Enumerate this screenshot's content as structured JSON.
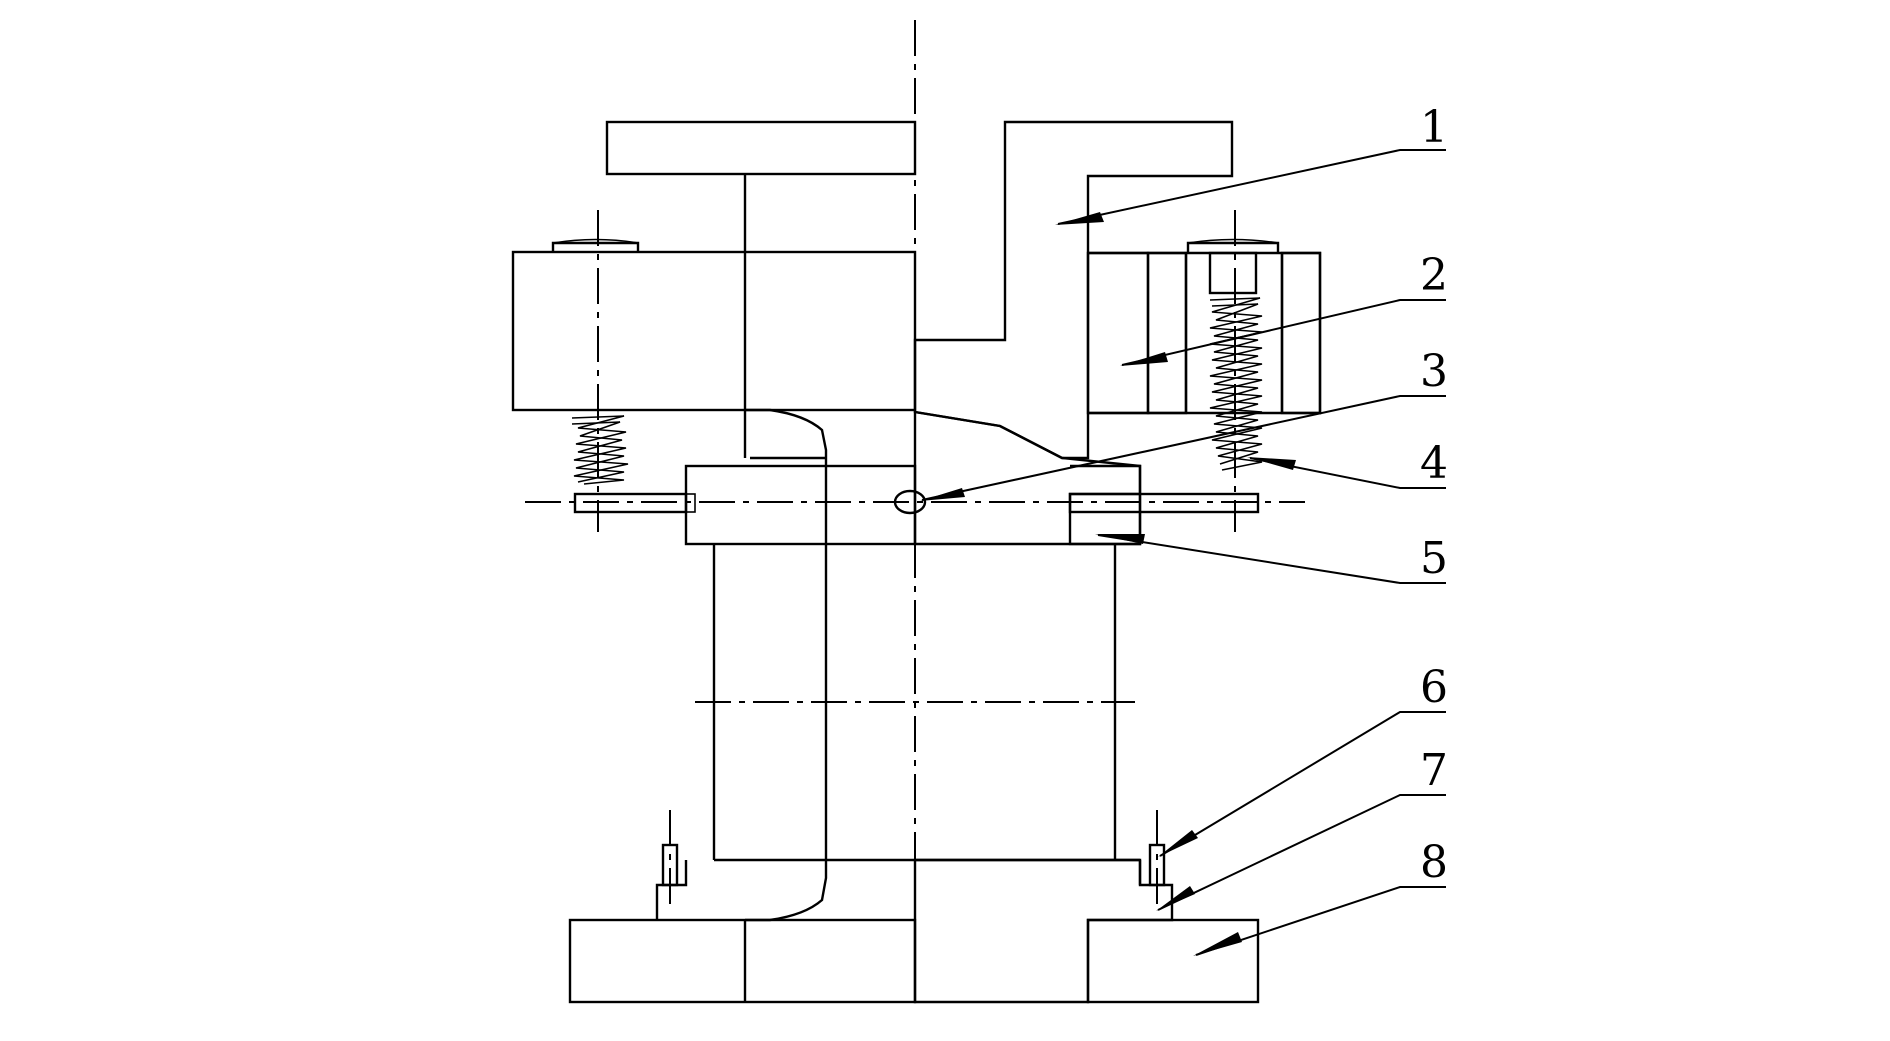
{
  "diagram": {
    "part_labels": [
      "1",
      "2",
      "3",
      "4",
      "5",
      "6",
      "7",
      "8"
    ]
  }
}
